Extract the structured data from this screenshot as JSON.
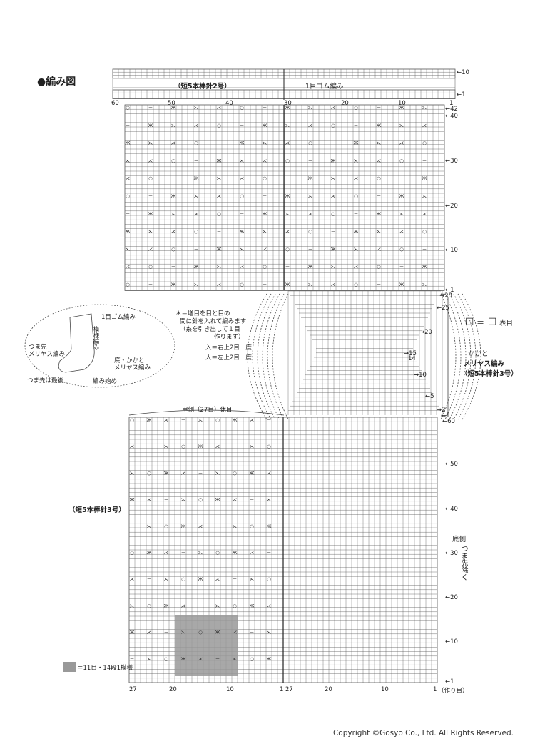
{
  "title": "●編み図",
  "ribbing": {
    "needle_label": "（短5本棒針2号）",
    "pattern_label": "1目ゴム編み",
    "row_labels": [
      "←10",
      "←1"
    ],
    "col_labels": [
      "60",
      "50",
      "40",
      "30",
      "20",
      "10",
      "1"
    ]
  },
  "leg": {
    "row_labels": [
      "←42",
      "←40",
      "←30",
      "←20",
      "←10",
      "←1"
    ]
  },
  "heel": {
    "row_labels": [
      "→28",
      "←25",
      "→20",
      "→15",
      "14",
      "→10",
      "←5",
      "→2",
      "←1",
      "←60"
    ],
    "bracket_lines": [
      "かかと",
      "メリヤス編み",
      "（短5本棒針3号）"
    ]
  },
  "legend": {
    "blank": "□",
    "equals": "＝",
    "knit": "表目",
    "note_lines": [
      "＊＝増目を目と目の",
      "間に針を入れて編みます",
      "（糸を引き出して１目",
      "作ります）"
    ],
    "right_dec": "入＝右上2目一度",
    "left_dec": "人＝左上2目一度",
    "shaded": "＝11目・14段1模様"
  },
  "sock": {
    "labels": [
      "1目ゴム編み",
      "模様編み",
      "つま先",
      "メリヤス編み",
      "底・かかと",
      "メリヤス編み",
      "つま先は最後",
      "編み始め"
    ]
  },
  "foot": {
    "top_label": "甲側（27目）休目",
    "needle_label": "（短5本棒針3号）",
    "sole_label": "底側",
    "toe_label": "つま先除く",
    "row_labels": [
      "←50",
      "←40",
      "←30",
      "←20",
      "←10",
      "←1"
    ],
    "col_labels": [
      "27",
      "20",
      "10",
      "1",
      "27",
      "20",
      "10",
      "1"
    ],
    "cast_on": "（作り目）"
  },
  "copyright": "Copyright ©Gosyo Co., Ltd. All Rights Reserved."
}
